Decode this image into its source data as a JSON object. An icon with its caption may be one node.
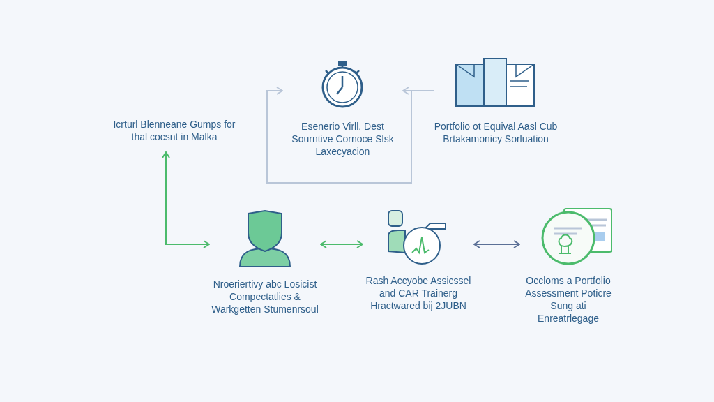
{
  "diagram": {
    "nodes": [
      {
        "text": [
          "Icrturl Blenneane Gumps for thal cocsnt in Malka"
        ]
      },
      {
        "text": [
          "Esenerio Virll, Dest Sourntive Cornoce Slsk Laxecyacion"
        ]
      },
      {
        "text": [
          "Portfolio ot Equival Aasl Cub Brtakamonicy Sorluation"
        ]
      },
      {
        "text": [
          "Nroeriertivy abc Losicist Compectatlies & Warkgetten Stumenrsoul"
        ]
      },
      {
        "text": [
          "Rash Accyobe Assicssel and CAR Trainerg Hractwared bij 2JUBN"
        ]
      },
      {
        "text": [
          "Occloms a Portfolio Assessment Poticre Sung ati Enreatrlegage"
        ]
      }
    ],
    "edges": [
      {
        "from": 3,
        "to": 0,
        "arrow": "both",
        "color": "#4cbb6c"
      },
      {
        "from": 2,
        "to": 1,
        "arrow": "to",
        "color": "#b9c6d8"
      },
      {
        "from": 2,
        "to": 1,
        "arrow": "to",
        "color": "#b9c6d8"
      },
      {
        "from": 3,
        "to": 4,
        "arrow": "both",
        "color": "#4cbb6c"
      },
      {
        "from": 4,
        "to": 5,
        "arrow": "both",
        "color": "#5b7096"
      }
    ]
  }
}
